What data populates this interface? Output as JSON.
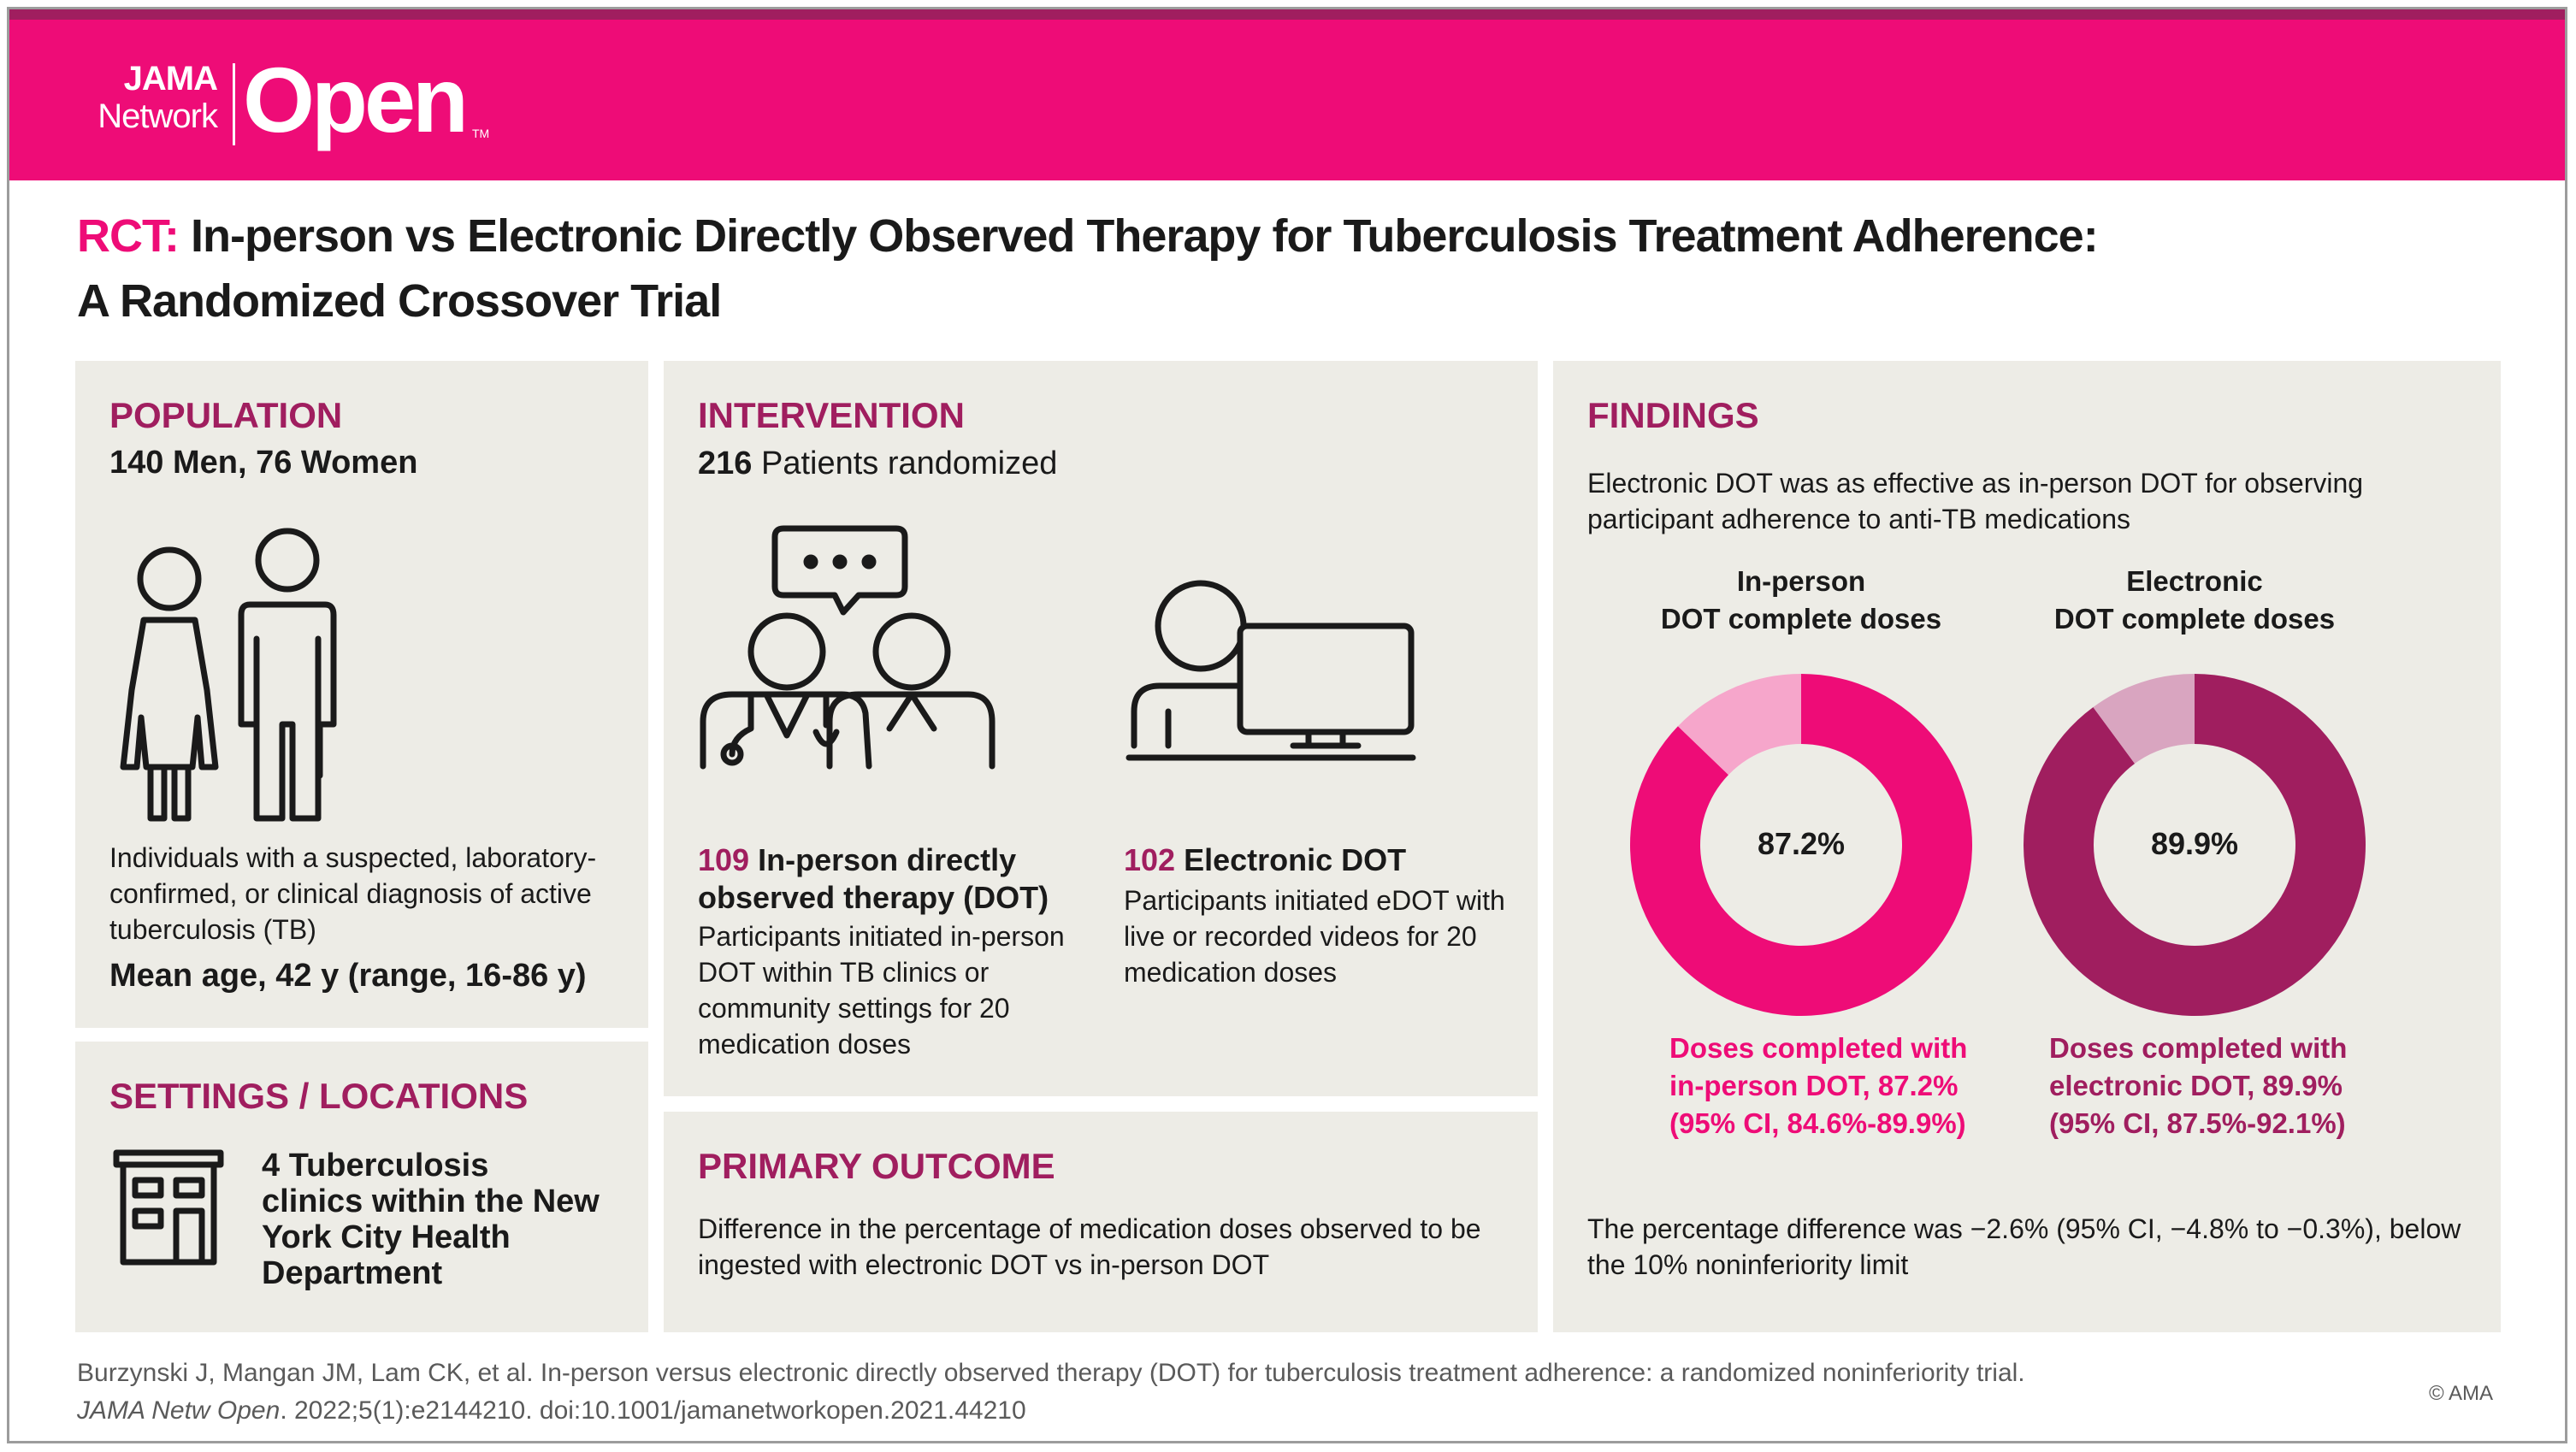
{
  "header": {
    "logo_line1": "JAMA",
    "logo_line2": "Network",
    "logo_open": "Open",
    "logo_tm": "TM",
    "brand_color": "#ee0c77",
    "accent_color": "#a01e5f"
  },
  "title": {
    "prefix": "RCT:",
    "line1": "In-person vs Electronic Directly Observed Therapy for Tuberculosis Treatment Adherence:",
    "line2": "A Randomized Crossover Trial"
  },
  "population": {
    "heading": "POPULATION",
    "counts": "140 Men, 76 Women",
    "icon": "man-and-woman-icon",
    "description_l1": "Individuals with a suspected, laboratory-",
    "description_l2": "confirmed, or clinical diagnosis of active",
    "description_l3": "tuberculosis (TB)",
    "mean_age": "Mean age, 42 y (range, 16-86 y)"
  },
  "settings": {
    "heading": "SETTINGS / LOCATIONS",
    "icon": "building-icon",
    "line1": "4 Tuberculosis",
    "line2": "clinics within the New",
    "line3": "York City Health",
    "line4": "Department"
  },
  "intervention": {
    "heading": "INTERVENTION",
    "randomized_count": "216",
    "randomized_text": "Patients randomized",
    "icon_inperson": "clinician-and-patient-conversation-icon",
    "icon_electronic": "person-at-computer-icon",
    "inperson_count": "109",
    "inperson_title_l1": "In-person directly",
    "inperson_title_l2": "observed therapy (DOT)",
    "inperson_desc_l1": "Participants initiated in-person",
    "inperson_desc_l2": "DOT within TB clinics or",
    "inperson_desc_l3": "community settings for 20",
    "inperson_desc_l4": "medication doses",
    "electronic_count": "102",
    "electronic_title": "Electronic DOT",
    "electronic_desc_l1": "Participants initiated eDOT with",
    "electronic_desc_l2": "live or recorded videos for 20",
    "electronic_desc_l3": "medication doses"
  },
  "outcome": {
    "heading": "PRIMARY OUTCOME",
    "line1": "Difference in the percentage of medication doses observed to be",
    "line2": "ingested with electronic DOT vs in-person DOT"
  },
  "findings": {
    "heading": "FINDINGS",
    "summary_l1": "Electronic DOT was as effective as in-person DOT for observing",
    "summary_l2": "participant adherence to anti-TB medications",
    "left_title_l1": "In-person",
    "left_title_l2": "DOT complete doses",
    "right_title_l1": "Electronic",
    "right_title_l2": "DOT complete doses",
    "left_caption_l1": "Doses completed with",
    "left_caption_l2": "in-person DOT, 87.2%",
    "left_caption_l3": "(95% CI, 84.6%-89.9%)",
    "right_caption_l1": "Doses completed with",
    "right_caption_l2": "electronic DOT, 89.9%",
    "right_caption_l3": "(95% CI, 87.5%-92.1%)",
    "difference_l1": "The percentage difference was −2.6% (95% CI, −4.8% to −0.3%), below",
    "difference_l2": "the 10% noninferiority limit"
  },
  "chart_data": [
    {
      "type": "pie",
      "donut": true,
      "categories": [
        "Complete",
        "Incomplete"
      ],
      "values": [
        87.2,
        12.8
      ],
      "center_label": "87.2%",
      "colors": [
        "#ee0c77",
        "#f6a6cb"
      ]
    },
    {
      "type": "pie",
      "donut": true,
      "categories": [
        "Complete",
        "Incomplete"
      ],
      "values": [
        89.9,
        10.1
      ],
      "center_label": "89.9%",
      "colors": [
        "#a01e5f",
        "#d9a5c0"
      ]
    }
  ],
  "footer": {
    "citation_l1": "Burzynski J, Mangan JM, Lam CK, et al. In-person versus electronic directly observed therapy (DOT) for tuberculosis treatment adherence: a randomized noninferiority trial.",
    "journal": "JAMA Netw Open",
    "citation_l2_rest": ". 2022;5(1):e2144210. doi:10.1001/jamanetworkopen.2021.44210",
    "copyright": "© AMA"
  }
}
